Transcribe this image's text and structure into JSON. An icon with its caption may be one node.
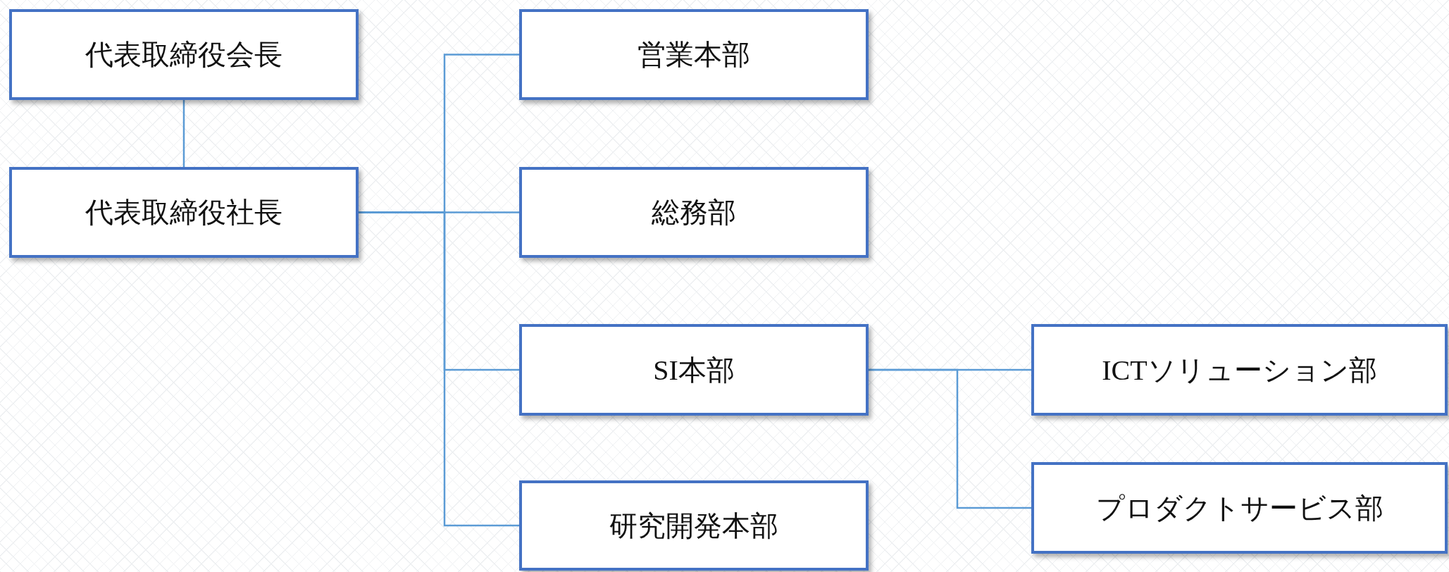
{
  "diagram": {
    "nodes": [
      {
        "text": [
          "代表取締役会長"
        ]
      },
      {
        "text": [
          "代表取締役社長"
        ]
      },
      {
        "text": [
          "営業本部"
        ]
      },
      {
        "text": [
          "総務部"
        ]
      },
      {
        "text": [
          "SI本部"
        ]
      },
      {
        "text": [
          "研究開発本部"
        ]
      },
      {
        "text": [
          "ICTソリューション部"
        ]
      },
      {
        "text": [
          "プロダクトサービス部"
        ]
      }
    ],
    "edges": [
      {
        "from": 0,
        "to": 1,
        "arrow": "none"
      },
      {
        "from": 1,
        "to": 2,
        "arrow": "none"
      },
      {
        "from": 1,
        "to": 3,
        "arrow": "none"
      },
      {
        "from": 1,
        "to": 4,
        "arrow": "none"
      },
      {
        "from": 1,
        "to": 5,
        "arrow": "none"
      },
      {
        "from": 4,
        "to": 6,
        "arrow": "none"
      },
      {
        "from": 4,
        "to": 7,
        "arrow": "none"
      }
    ]
  }
}
